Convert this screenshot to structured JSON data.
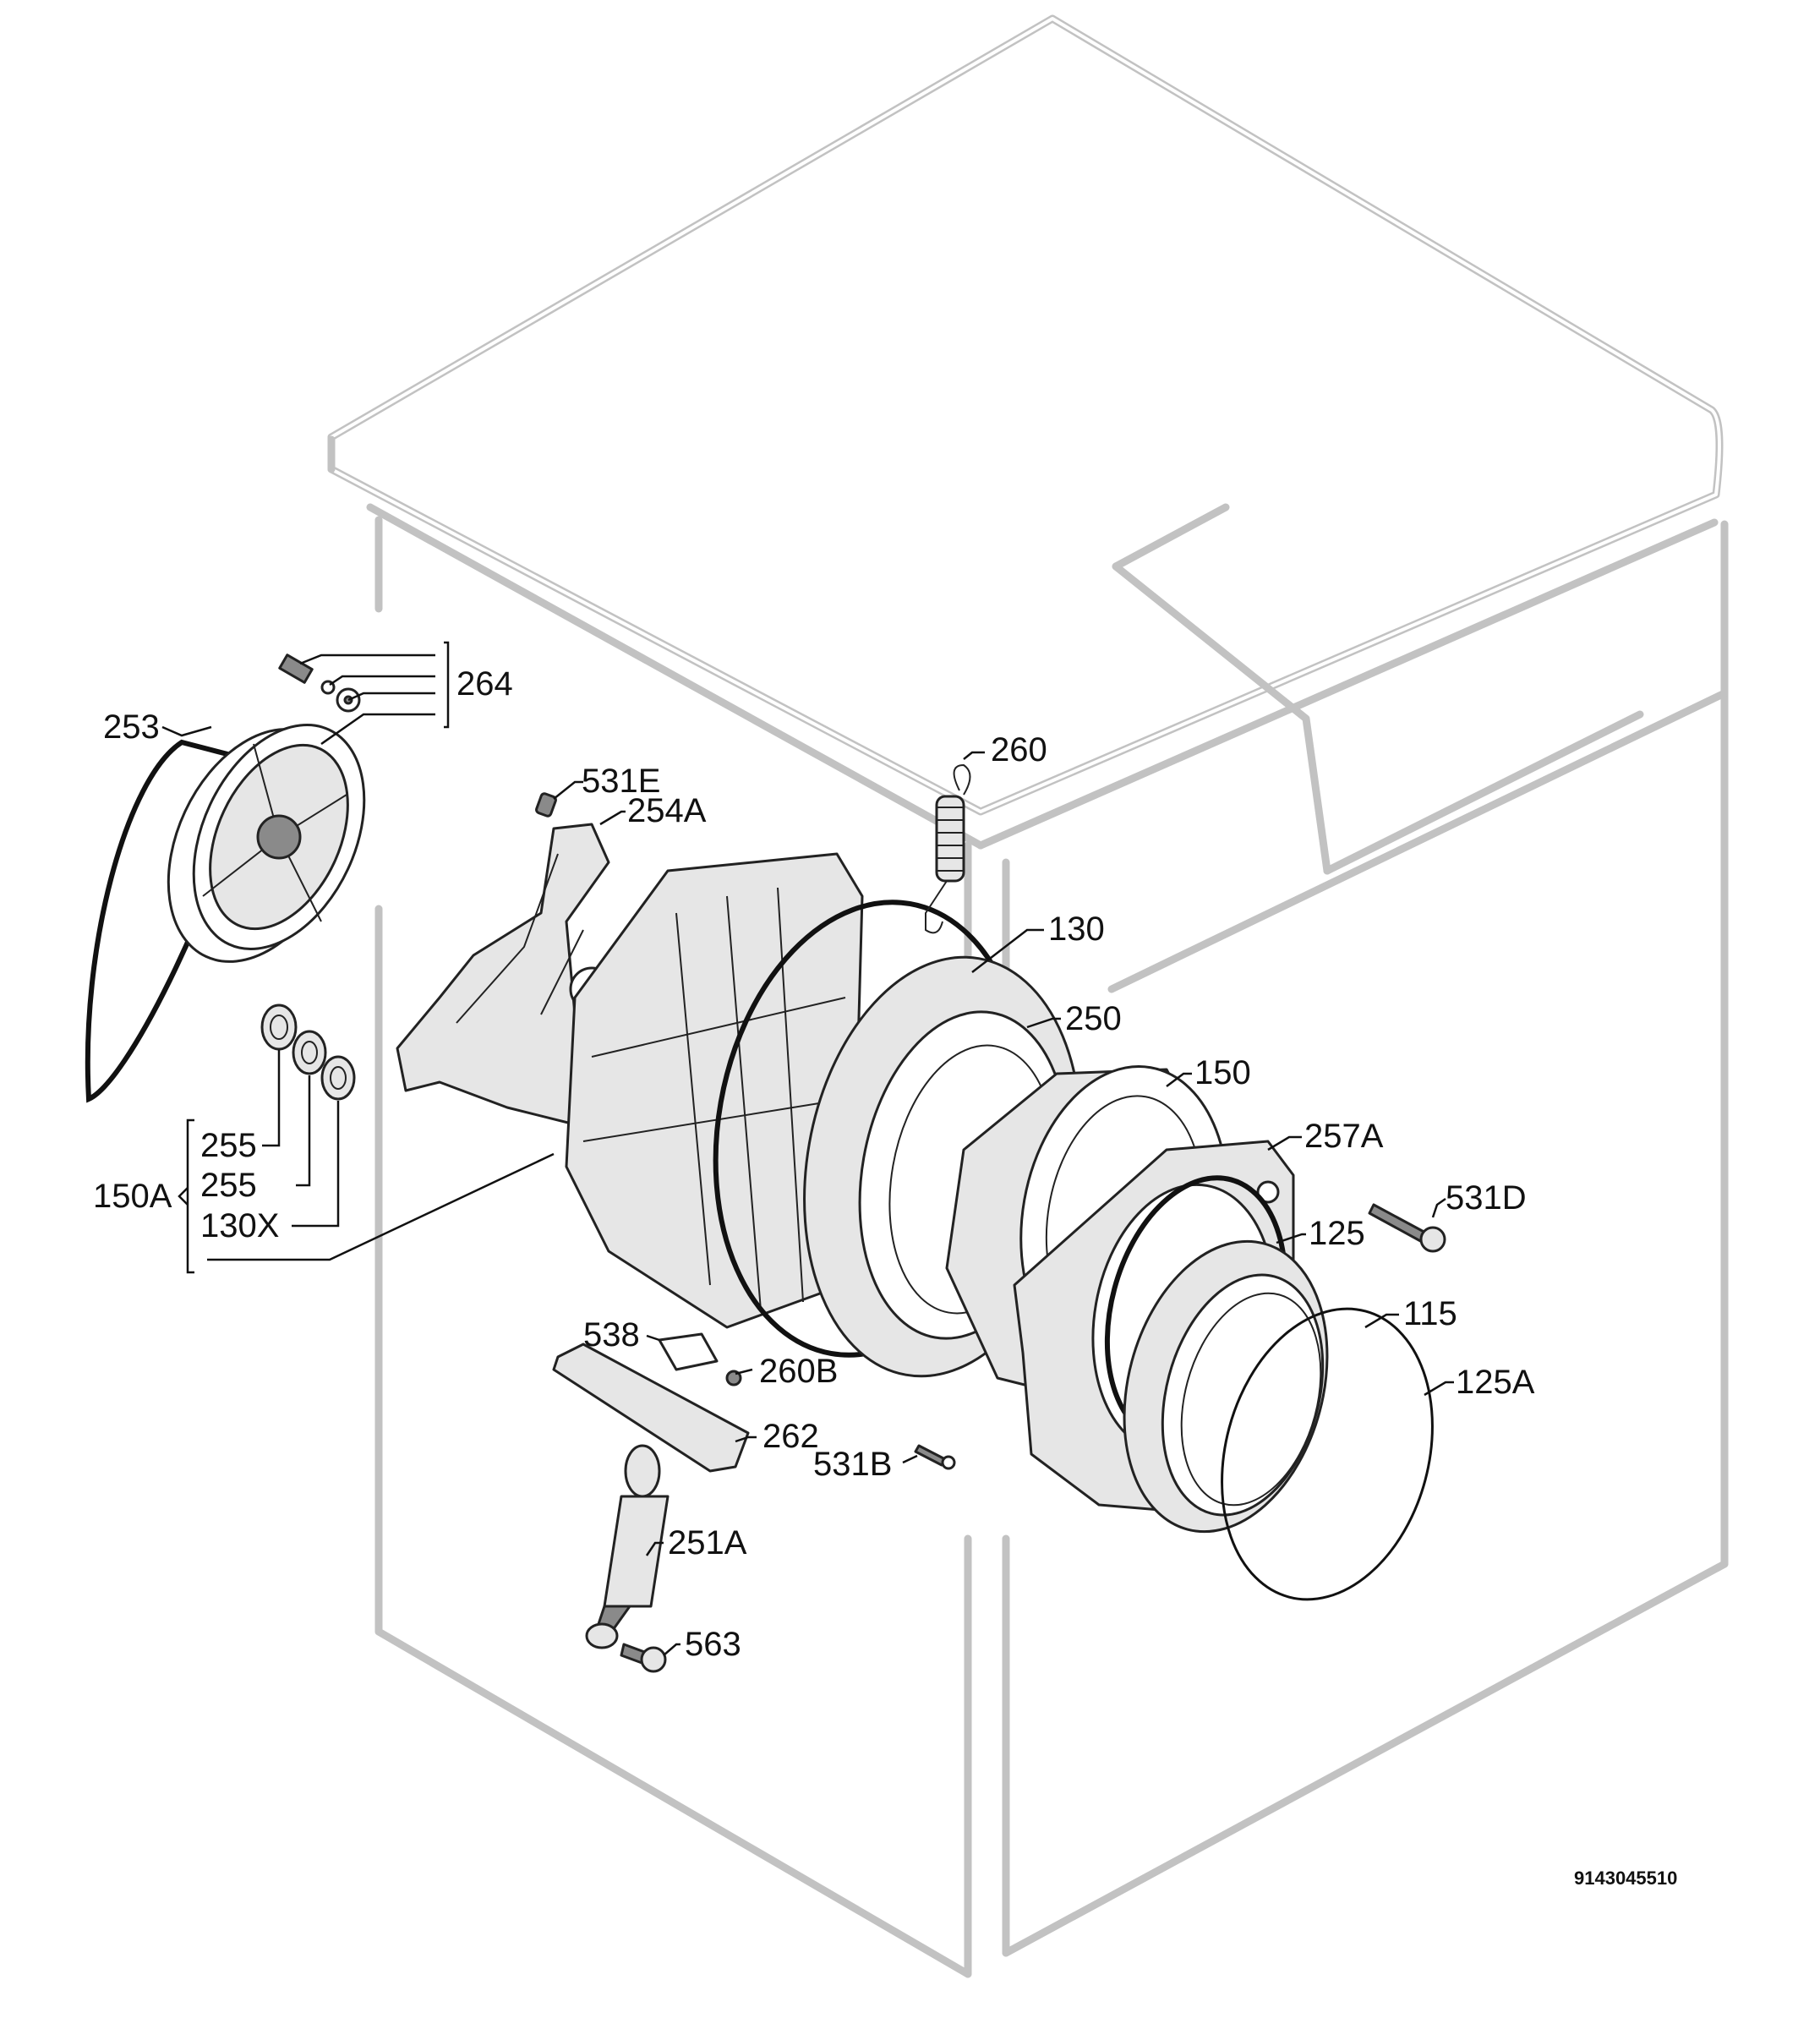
{
  "diagram": {
    "drawing_number": "9143045510",
    "labels": {
      "p264": "264",
      "p253": "253",
      "p260": "260",
      "p531E": "531E",
      "p254A": "254A",
      "p130": "130",
      "p250": "250",
      "p150": "150",
      "p257A": "257A",
      "p531D": "531D",
      "p125": "125",
      "p115": "115",
      "p125A": "125A",
      "p150A": "150A",
      "p255a": "255",
      "p255b": "255",
      "p130X": "130X",
      "p538": "538",
      "p260B": "260B",
      "p262": "262",
      "p531B": "531B",
      "p251A": "251A",
      "p563": "563"
    }
  }
}
